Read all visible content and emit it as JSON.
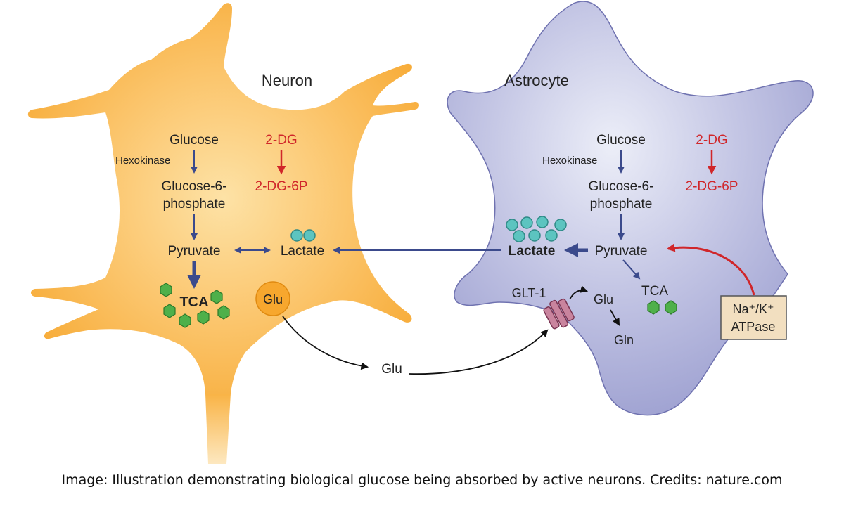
{
  "neuron": {
    "title": "Neuron",
    "glucose": "Glucose",
    "hexokinase": "Hexokinase",
    "g6p_line1": "Glucose-6-",
    "g6p_line2": "phosphate",
    "dg": "2-DG",
    "dg6p": "2-DG-6P",
    "pyruvate": "Pyruvate",
    "lactate": "Lactate",
    "tca": "TCA",
    "glu": "Glu"
  },
  "astrocyte": {
    "title": "Astrocyte",
    "glucose": "Glucose",
    "hexokinase": "Hexokinase",
    "g6p_line1": "Glucose-6-",
    "g6p_line2": "phosphate",
    "dg": "2-DG",
    "dg6p": "2-DG-6P",
    "lactate": "Lactate",
    "pyruvate": "Pyruvate",
    "tca": "TCA",
    "glt1": "GLT-1",
    "glu": "Glu",
    "gln": "Gln",
    "atpase_line1": "Na⁺/K⁺",
    "atpase_line2": "ATPase"
  },
  "extracellular": {
    "glu": "Glu"
  },
  "caption": "Image: Illustration demonstrating biological glucose being absorbed by active neurons. Credits: nature.com",
  "colors": {
    "neuron_fill": "#f9b345",
    "neuron_center": "#fde2a6",
    "astrocyte_fill": "#a9abd6",
    "astrocyte_center": "#e8e9f6",
    "arrow_blue": "#3b4a8c",
    "arrow_red": "#d0262a",
    "text_red": "#d0262a",
    "lactate_dot": "#5cc4c0",
    "tca_hex": "#4fb04a",
    "glt1": "#c9849e",
    "atpase_box": "#f2dfc0"
  }
}
